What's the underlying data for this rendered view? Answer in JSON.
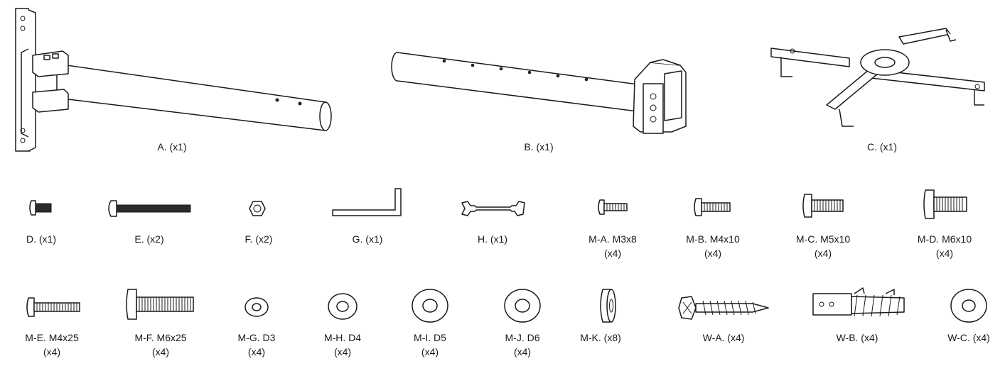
{
  "parts": {
    "A": {
      "label": "A. (x1)"
    },
    "B": {
      "label": "B. (x1)"
    },
    "C": {
      "label": "C. (x1)"
    },
    "D": {
      "label": "D. (x1)"
    },
    "E": {
      "label": "E. (x2)"
    },
    "F": {
      "label": "F. (x2)"
    },
    "G": {
      "label": "G. (x1)"
    },
    "H": {
      "label": "H. (x1)"
    },
    "MA": {
      "label": "M-A. M3x8",
      "qty": "(x4)"
    },
    "MB": {
      "label": "M-B. M4x10",
      "qty": "(x4)"
    },
    "MC": {
      "label": "M-C. M5x10",
      "qty": "(x4)"
    },
    "MD": {
      "label": "M-D. M6x10",
      "qty": "(x4)"
    },
    "ME": {
      "label": "M-E. M4x25",
      "qty": "(x4)"
    },
    "MF": {
      "label": "M-F. M6x25",
      "qty": "(x4)"
    },
    "MG": {
      "label": "M-G. D3",
      "qty": "(x4)"
    },
    "MH": {
      "label": "M-H. D4",
      "qty": "(x4)"
    },
    "MI": {
      "label": "M-I. D5",
      "qty": "(x4)"
    },
    "MJ": {
      "label": "M-J. D6",
      "qty": "(x4)"
    },
    "MK": {
      "label": "M-K. (x8)"
    },
    "WA": {
      "label": "W-A. (x4)"
    },
    "WB": {
      "label": "W-B. (x4)"
    },
    "WC": {
      "label": "W-C. (x4)"
    }
  }
}
